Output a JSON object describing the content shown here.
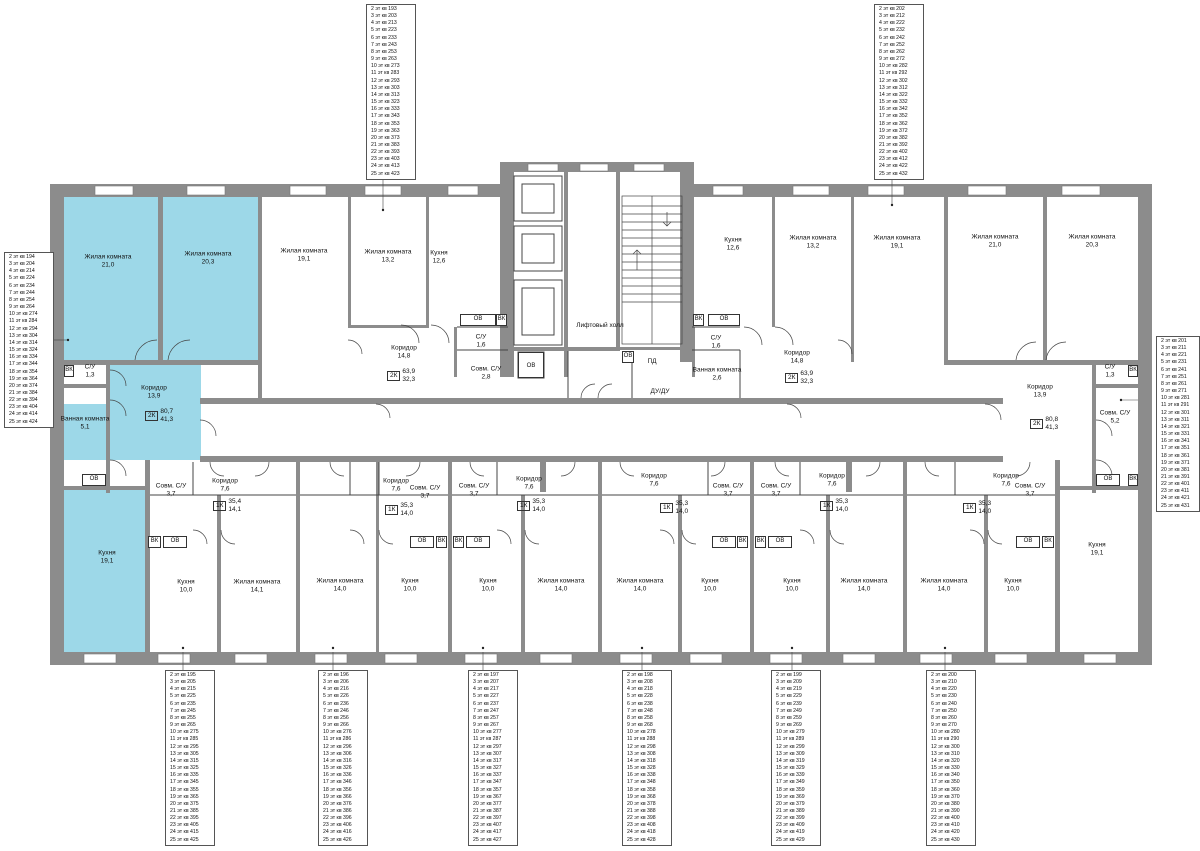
{
  "colors": {
    "highlight": "#9dd8e8",
    "wall": "#8c8c8c",
    "window": "#ffffff",
    "line": "#444444"
  },
  "rooms": [
    {
      "id": "r1",
      "name": "Жилая комната",
      "area": "21,0"
    },
    {
      "id": "r2",
      "name": "Жилая комната",
      "area": "20,3"
    },
    {
      "id": "r3",
      "name": "Жилая комната",
      "area": "19,1"
    },
    {
      "id": "r4",
      "name": "Жилая комната",
      "area": "13,2"
    },
    {
      "id": "r5",
      "name": "Кухня",
      "area": "12,6"
    },
    {
      "id": "r6",
      "name": "Кухня",
      "area": "12,6"
    },
    {
      "id": "r7",
      "name": "Жилая комната",
      "area": "13,2"
    },
    {
      "id": "r8",
      "name": "Жилая комната",
      "area": "19,1"
    },
    {
      "id": "r9",
      "name": "Жилая комната",
      "area": "21,0"
    },
    {
      "id": "r10",
      "name": "Жилая комната",
      "area": "20,3"
    },
    {
      "id": "r11",
      "name": "С/У",
      "area": "1,3"
    },
    {
      "id": "r12",
      "name": "Коридор",
      "area": "13,9"
    },
    {
      "id": "r13",
      "name": "Ванная комната",
      "area": "5,1"
    },
    {
      "id": "r14",
      "name": "Кухня",
      "area": "19,1"
    },
    {
      "id": "r15",
      "name": "Коридор",
      "area": "14,8"
    },
    {
      "id": "r16",
      "name": "С/У",
      "area": "1,6"
    },
    {
      "id": "r17",
      "name": "Совм. С/У",
      "area": "2,8"
    },
    {
      "id": "r18",
      "name": "Лифтовый холл",
      "area": ""
    },
    {
      "id": "r19",
      "name": "Коридор",
      "area": "14,8"
    },
    {
      "id": "r20",
      "name": "С/У",
      "area": "1,6"
    },
    {
      "id": "r21",
      "name": "Ванная комната",
      "area": "2,6"
    },
    {
      "id": "r22",
      "name": "Коридор",
      "area": "13,9"
    },
    {
      "id": "r23",
      "name": "С/У",
      "area": "1,3"
    },
    {
      "id": "r24",
      "name": "Совм. С/У",
      "area": "5,2"
    },
    {
      "id": "r25",
      "name": "Кухня",
      "area": "19,1"
    },
    {
      "id": "r26",
      "name": "Совм. С/У",
      "area": "3,7"
    },
    {
      "id": "r27",
      "name": "Коридор",
      "area": "7,6"
    },
    {
      "id": "r28",
      "name": "Кухня",
      "area": "10,0"
    },
    {
      "id": "r29",
      "name": "Жилая комната",
      "area": "14,1"
    },
    {
      "id": "r30",
      "name": "Коридор",
      "area": "7,6"
    },
    {
      "id": "r31",
      "name": "Совм. С/У",
      "area": "3,7"
    },
    {
      "id": "r32",
      "name": "Жилая комната",
      "area": "14,0"
    },
    {
      "id": "r33",
      "name": "Кухня",
      "area": "10,0"
    },
    {
      "id": "r34",
      "name": "Совм. С/У",
      "area": "3,7"
    },
    {
      "id": "r35",
      "name": "Коридор",
      "area": "7,6"
    },
    {
      "id": "r36",
      "name": "Кухня",
      "area": "10,0"
    },
    {
      "id": "r37",
      "name": "Жилая комната",
      "area": "14,0"
    },
    {
      "id": "r38",
      "name": "Коридор",
      "area": "7,6"
    },
    {
      "id": "r39",
      "name": "Совм. С/У",
      "area": "3,7"
    },
    {
      "id": "r40",
      "name": "Жилая комната",
      "area": "14,0"
    },
    {
      "id": "r41",
      "name": "Кухня",
      "area": "10,0"
    },
    {
      "id": "r42",
      "name": "Совм. С/У",
      "area": "3,7"
    },
    {
      "id": "r43",
      "name": "Коридор",
      "area": "7,6"
    },
    {
      "id": "r44",
      "name": "Кухня",
      "area": "10,0"
    },
    {
      "id": "r45",
      "name": "Жилая комната",
      "area": "14,0"
    },
    {
      "id": "r46",
      "name": "Коридор",
      "area": "7,6"
    },
    {
      "id": "r47",
      "name": "Совм. С/У",
      "area": "3,7"
    },
    {
      "id": "r48",
      "name": "Жилая комната",
      "area": "14,0"
    },
    {
      "id": "r49",
      "name": "Кухня",
      "area": "10,0"
    },
    {
      "id": "r50",
      "name": "ПД",
      "area": ""
    },
    {
      "id": "r51",
      "name": "ДУ/ДУ",
      "area": ""
    }
  ],
  "apartments": [
    {
      "id": "a1",
      "type": "2К",
      "total": "80,7",
      "living": "41,3"
    },
    {
      "id": "a2",
      "type": "2К",
      "total": "63,9",
      "living": "32,3"
    },
    {
      "id": "a3",
      "type": "2К",
      "total": "63,9",
      "living": "32,3"
    },
    {
      "id": "a4",
      "type": "2К",
      "total": "80,8",
      "living": "41,3"
    },
    {
      "id": "a5",
      "type": "1К",
      "total": "35,4",
      "living": "14,1"
    },
    {
      "id": "a6",
      "type": "1К",
      "total": "35,3",
      "living": "14,0"
    },
    {
      "id": "a7",
      "type": "1К",
      "total": "35,3",
      "living": "14,0"
    },
    {
      "id": "a8",
      "type": "1К",
      "total": "35,3",
      "living": "14,0"
    },
    {
      "id": "a9",
      "type": "1К",
      "total": "35,3",
      "living": "14,0"
    },
    {
      "id": "a10",
      "type": "1К",
      "total": "35,3",
      "living": "14,0"
    }
  ],
  "fixtures": [
    {
      "id": "f1",
      "label": "ВК"
    },
    {
      "id": "f2",
      "label": "ОВ"
    },
    {
      "id": "f3",
      "label": "ОВ"
    },
    {
      "id": "f4",
      "label": "ВК"
    },
    {
      "id": "f5",
      "label": "ОВ"
    },
    {
      "id": "f6",
      "label": "ВК"
    },
    {
      "id": "f7",
      "label": "ОВ"
    },
    {
      "id": "f8",
      "label": "ВК"
    },
    {
      "id": "f9",
      "label": "ВК"
    },
    {
      "id": "f10",
      "label": "ОВ"
    },
    {
      "id": "f11",
      "label": "ВК"
    },
    {
      "id": "f12",
      "label": "ОВ"
    },
    {
      "id": "f13",
      "label": "ОВ"
    },
    {
      "id": "f14",
      "label": "ВК"
    },
    {
      "id": "f15",
      "label": "ОВ"
    },
    {
      "id": "f16",
      "label": "ВК"
    },
    {
      "id": "f17",
      "label": "ВК"
    },
    {
      "id": "f18",
      "label": "ОВ"
    },
    {
      "id": "f19",
      "label": "ОВ"
    },
    {
      "id": "f20",
      "label": "ВК"
    },
    {
      "id": "f21",
      "label": "ОВ"
    },
    {
      "id": "f22",
      "label": "ВК"
    },
    {
      "id": "f23",
      "label": "ОВ"
    },
    {
      "id": "f24",
      "label": "ВК"
    },
    {
      "id": "f25",
      "label": "ОВ"
    },
    {
      "id": "f26",
      "label": "ВК"
    }
  ],
  "legends": [
    {
      "id": "lg1",
      "lines": [
        "2 эт кв 193",
        "3 эт кв 203",
        "4 эт кв 213",
        "5 эт кв 223",
        "6 эт кв 233",
        "7 эт кв 243",
        "8 эт кв 253",
        "9 эт кв 263",
        "10 эт кв 273",
        "11 эт кв 283",
        "12 эт кв 293",
        "13 эт кв 303",
        "14 эт кв 313",
        "15 эт кв 323",
        "16 эт кв 333",
        "17 эт кв 343",
        "18 эт кв 353",
        "19 эт кв 363",
        "20 эт кв 373",
        "21 эт кв 383",
        "22 эт кв 393",
        "23 эт кв 403",
        "24 эт кв 413",
        "25 эт кв 423"
      ]
    },
    {
      "id": "lg2",
      "lines": [
        "2 эт кв 202",
        "3 эт кв 212",
        "4 эт кв 222",
        "5 эт кв 232",
        "6 эт кв 242",
        "7 эт кв 252",
        "8 эт кв 262",
        "9 эт кв 272",
        "10 эт кв 282",
        "11 эт кв 292",
        "12 эт кв 302",
        "13 эт кв 312",
        "14 эт кв 322",
        "15 эт кв 332",
        "16 эт кв 342",
        "17 эт кв 352",
        "18 эт кв 362",
        "19 эт кв 372",
        "20 эт кв 382",
        "21 эт кв 392",
        "22 эт кв 402",
        "23 эт кв 412",
        "24 эт кв 422",
        "25 эт кв 432"
      ]
    },
    {
      "id": "lg3",
      "lines": [
        "2 эт кв 194",
        "3 эт кв 204",
        "4 эт кв 214",
        "5 эт кв 224",
        "6 эт кв 234",
        "7 эт кв 244",
        "8 эт кв 254",
        "9 эт кв 264",
        "10 эт кв 274",
        "11 эт кв 284",
        "12 эт кв 294",
        "13 эт кв 304",
        "14 эт кв 314",
        "15 эт кв 324",
        "16 эт кв 334",
        "17 эт кв 344",
        "18 эт кв 354",
        "19 эт кв 364",
        "20 эт кв 374",
        "21 эт кв 384",
        "22 эт кв 394",
        "23 эт кв 404",
        "24 эт кв 414",
        "25 эт кв 424"
      ]
    },
    {
      "id": "lg4",
      "lines": [
        "2 эт кв 201",
        "3 эт кв 211",
        "4 эт кв 221",
        "5 эт кв 231",
        "6 эт кв 241",
        "7 эт кв 251",
        "8 эт кв 261",
        "9 эт кв 271",
        "10 эт кв 281",
        "11 эт кв 291",
        "12 эт кв 301",
        "13 эт кв 311",
        "14 эт кв 321",
        "15 эт кв 331",
        "16 эт кв 341",
        "17 эт кв 351",
        "18 эт кв 361",
        "19 эт кв 371",
        "20 эт кв 381",
        "21 эт кв 391",
        "22 эт кв 401",
        "23 эт кв 411",
        "24 эт кв 421",
        "25 эт кв 431"
      ]
    },
    {
      "id": "lg5",
      "lines": [
        "2 эт кв 195",
        "3 эт кв 205",
        "4 эт кв 215",
        "5 эт кв 225",
        "6 эт кв 235",
        "7 эт кв 245",
        "8 эт кв 255",
        "9 эт кв 265",
        "10 эт кв 275",
        "11 эт кв 285",
        "12 эт кв 295",
        "13 эт кв 305",
        "14 эт кв 315",
        "15 эт кв 325",
        "16 эт кв 335",
        "17 эт кв 345",
        "18 эт кв 355",
        "19 эт кв 365",
        "20 эт кв 375",
        "21 эт кв 385",
        "22 эт кв 395",
        "23 эт кв 405",
        "24 эт кв 415",
        "25 эт кв 425"
      ]
    },
    {
      "id": "lg6",
      "lines": [
        "2 эт кв 196",
        "3 эт кв 206",
        "4 эт кв 216",
        "5 эт кв 226",
        "6 эт кв 236",
        "7 эт кв 246",
        "8 эт кв 256",
        "9 эт кв 266",
        "10 эт кв 276",
        "11 эт кв 286",
        "12 эт кв 296",
        "13 эт кв 306",
        "14 эт кв 316",
        "15 эт кв 326",
        "16 эт кв 336",
        "17 эт кв 346",
        "18 эт кв 356",
        "19 эт кв 366",
        "20 эт кв 376",
        "21 эт кв 386",
        "22 эт кв 396",
        "23 эт кв 406",
        "24 эт кв 416",
        "25 эт кв 426"
      ]
    },
    {
      "id": "lg7",
      "lines": [
        "2 эт кв 197",
        "3 эт кв 207",
        "4 эт кв 217",
        "5 эт кв 227",
        "6 эт кв 237",
        "7 эт кв 247",
        "8 эт кв 257",
        "9 эт кв 267",
        "10 эт кв 277",
        "11 эт кв 287",
        "12 эт кв 297",
        "13 эт кв 307",
        "14 эт кв 317",
        "15 эт кв 327",
        "16 эт кв 337",
        "17 эт кв 347",
        "18 эт кв 357",
        "19 эт кв 367",
        "20 эт кв 377",
        "21 эт кв 387",
        "22 эт кв 397",
        "23 эт кв 407",
        "24 эт кв 417",
        "25 эт кв 427"
      ]
    },
    {
      "id": "lg8",
      "lines": [
        "2 эт кв 198",
        "3 эт кв 208",
        "4 эт кв 218",
        "5 эт кв 228",
        "6 эт кв 238",
        "7 эт кв 248",
        "8 эт кв 258",
        "9 эт кв 268",
        "10 эт кв 278",
        "11 эт кв 288",
        "12 эт кв 298",
        "13 эт кв 308",
        "14 эт кв 318",
        "15 эт кв 328",
        "16 эт кв 338",
        "17 эт кв 348",
        "18 эт кв 358",
        "19 эт кв 368",
        "20 эт кв 378",
        "21 эт кв 388",
        "22 эт кв 398",
        "23 эт кв 408",
        "24 эт кв 418",
        "25 эт кв 428"
      ]
    },
    {
      "id": "lg9",
      "lines": [
        "2 эт кв 199",
        "3 эт кв 209",
        "4 эт кв 219",
        "5 эт кв 229",
        "6 эт кв 239",
        "7 эт кв 249",
        "8 эт кв 259",
        "9 эт кв 269",
        "10 эт кв 279",
        "11 эт кв 289",
        "12 эт кв 299",
        "13 эт кв 309",
        "14 эт кв 319",
        "15 эт кв 329",
        "16 эт кв 339",
        "17 эт кв 349",
        "18 эт кв 359",
        "19 эт кв 369",
        "20 эт кв 379",
        "21 эт кв 389",
        "22 эт кв 399",
        "23 эт кв 409",
        "24 эт кв 419",
        "25 эт кв 429"
      ]
    },
    {
      "id": "lg10",
      "lines": [
        "2 эт кв 200",
        "3 эт кв 210",
        "4 эт кв 220",
        "5 эт кв 230",
        "6 эт кв 240",
        "7 эт кв 250",
        "8 эт кв 260",
        "9 эт кв 270",
        "10 эт кв 280",
        "11 эт кв 290",
        "12 эт кв 300",
        "13 эт кв 310",
        "14 эт кв 320",
        "15 эт кв 330",
        "16 эт кв 340",
        "17 эт кв 350",
        "18 эт кв 360",
        "19 эт кв 370",
        "20 эт кв 380",
        "21 эт кв 390",
        "22 эт кв 400",
        "23 эт кв 410",
        "24 эт кв 420",
        "25 эт кв 430"
      ]
    }
  ]
}
